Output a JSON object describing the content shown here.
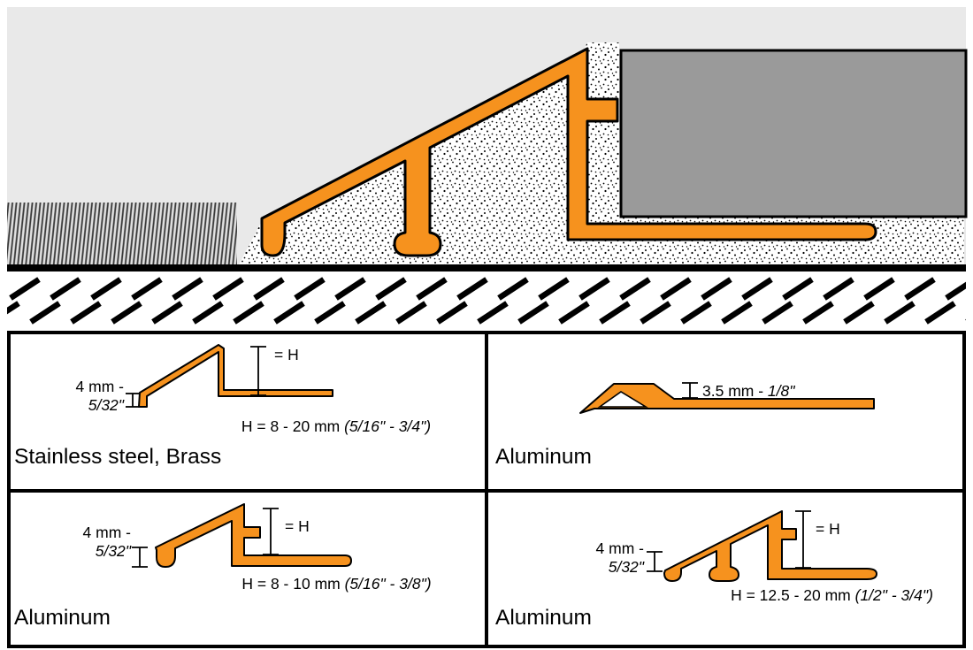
{
  "colors": {
    "profile": "#F6921E",
    "tile": "#9A9A9A",
    "bg_gray": "#E9E9E9"
  },
  "main_illustration": {
    "description": "Cross-section of floor transition profile between carpet and tile on mortar bed over subfloor"
  },
  "cells": [
    {
      "label": "Stainless steel, Brass",
      "thickness_label": "4 mm -",
      "thickness_fraction": "5/32\"",
      "height_label": "= H",
      "height_range": "H = 8 - 20 mm ",
      "height_range_fraction": "(5/16\" - 3/4\")"
    },
    {
      "label": "Aluminum",
      "thickness_label": "3.5 mm - ",
      "thickness_fraction": "1/8\""
    },
    {
      "label": "Aluminum",
      "thickness_label": "4 mm -",
      "thickness_fraction": "5/32\"",
      "height_label": "= H",
      "height_range": "H = 8 - 10 mm ",
      "height_range_fraction": "(5/16\" - 3/8\")"
    },
    {
      "label": "Aluminum",
      "thickness_label": "4 mm -",
      "thickness_fraction": "5/32\"",
      "height_label": "= H",
      "height_range": "H = 12.5 - 20 mm ",
      "height_range_fraction": "(1/2\" - 3/4\")"
    }
  ]
}
